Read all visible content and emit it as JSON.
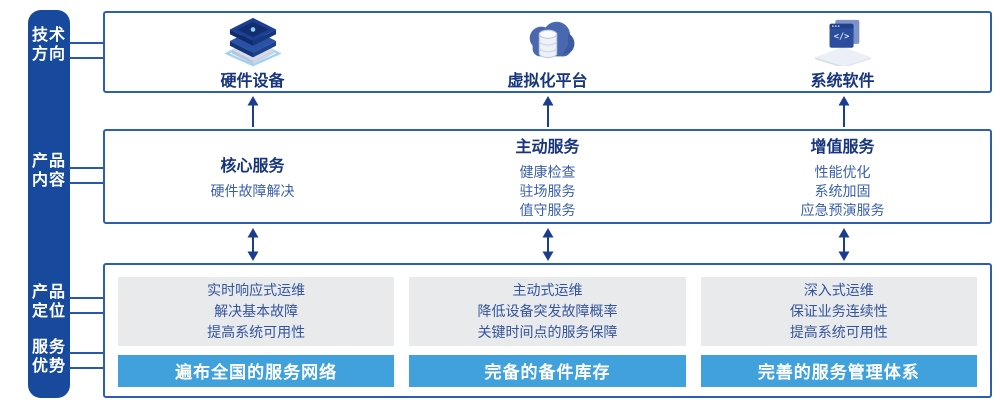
{
  "palette": {
    "sidebar_blue": "#17499C",
    "panel_border": "#2D5FAE",
    "heading_navy": "#16357E",
    "body_blue": "#3A5FAE",
    "banner_blue": "#41A1DC",
    "gray_panel": "#E9EAEC",
    "arrow_navy": "#1B3D8F"
  },
  "sidebar": {
    "items": [
      {
        "id": "tech-direction",
        "lines": [
          "技术",
          "方向"
        ]
      },
      {
        "id": "product-content",
        "lines": [
          "产品",
          "内容"
        ]
      },
      {
        "id": "product-positioning",
        "lines": [
          "产品",
          "定位"
        ]
      },
      {
        "id": "service-advantage",
        "lines": [
          "服务",
          "优势"
        ]
      }
    ]
  },
  "tech_row": {
    "columns": [
      {
        "icon": "server-stack-icon",
        "label": "硬件设备"
      },
      {
        "icon": "cloud-database-icon",
        "label": "虚拟化平台"
      },
      {
        "icon": "code-window-icon",
        "label": "系统软件"
      }
    ]
  },
  "service_row": {
    "columns": [
      {
        "title": "核心服务",
        "items": [
          "硬件故障解决"
        ]
      },
      {
        "title": "主动服务",
        "items": [
          "健康检查",
          "驻场服务",
          "值守服务"
        ]
      },
      {
        "title": "增值服务",
        "items": [
          "性能优化",
          "系统加固",
          "应急预演服务"
        ]
      }
    ]
  },
  "positioning_row": {
    "columns": [
      {
        "description": [
          "实时响应式运维",
          "解决基本故障",
          "提高系统可用性"
        ],
        "banner": "遍布全国的服务网络"
      },
      {
        "description": [
          "主动式运维",
          "降低设备突发故障概率",
          "关键时间点的服务保障"
        ],
        "banner": "完备的备件库存"
      },
      {
        "description": [
          "深入式运维",
          "保证业务连续性",
          "提高系统可用性"
        ],
        "banner": "完善的服务管理体系"
      }
    ]
  }
}
